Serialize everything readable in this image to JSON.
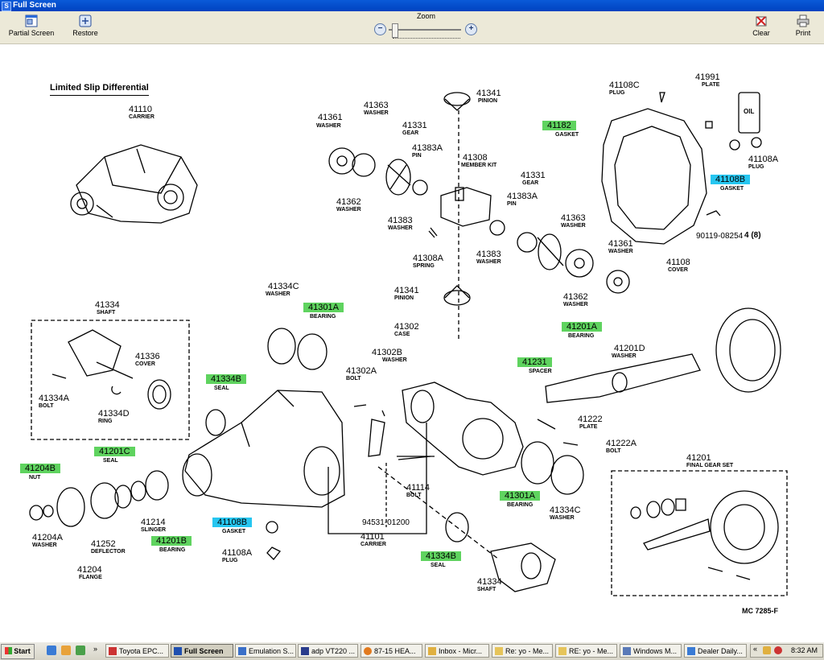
{
  "window": {
    "title": "Full Screen"
  },
  "toolbar": {
    "partial_screen": "Partial Screen",
    "restore": "Restore",
    "zoom": "Zoom",
    "clear": "Clear",
    "print": "Print"
  },
  "diagram": {
    "heading": "Limited Slip Differential",
    "footer_code": "MC 7285-F",
    "labels": {
      "l41110": "41110",
      "l41110s": "CARRIER",
      "l41361a": "41361",
      "l41361as": "WASHER",
      "l41363a": "41363",
      "l41363as": "WASHER",
      "l41331a": "41331",
      "l41331as": "GEAR",
      "l41383a": "41383A",
      "l41383as": "PIN",
      "l41341a": "41341",
      "l41341as": "PINION",
      "l41308": "41308",
      "l41308s": "MEMBER KIT",
      "l41362a": "41362",
      "l41362as": "WASHER",
      "l41383b": "41383",
      "l41383bs": "WASHER",
      "l41308a": "41308A",
      "l41308as": "SPRING",
      "l41383c": "41383",
      "l41383cs": "WASHER",
      "l41331b": "41331",
      "l41331bs": "GEAR",
      "l41383d": "41383A",
      "l41383ds": "PIN",
      "l41363b": "41363",
      "l41363bs": "WASHER",
      "l41361b": "41361",
      "l41361bs": "WASHER",
      "l41362b": "41362",
      "l41362bs": "WASHER",
      "l41341b": "41341",
      "l41341bs": "PINION",
      "l41108c": "41108C",
      "l41108cs": "PLUG",
      "l41991": "41991",
      "l41991s": "PLATE",
      "l41182": "41182",
      "l41182s": "GASKET",
      "l41108a_r": "41108A",
      "l41108a_rs": "PLUG",
      "l41108b_r": "41108B",
      "l41108b_rs": "GASKET",
      "l90119": "90119-08254",
      "l90119x": "4 (8)",
      "l41108": "41108",
      "l41108s": "COVER",
      "l41334": "41334",
      "l41334s": "SHAFT",
      "l41336": "41336",
      "l41336s": "COVER",
      "l41334a": "41334A",
      "l41334as": "BOLT",
      "l41334d": "41334D",
      "l41334ds": "RING",
      "l41334c_a": "41334C",
      "l41334c_as": "WASHER",
      "l41301a_a": "41301A",
      "l41301a_as": "BEARING",
      "l41302": "41302",
      "l41302s": "CASE",
      "l41302b": "41302B",
      "l41302bs": "WASHER",
      "l41302a": "41302A",
      "l41302as": "BOLT",
      "l41201a_r": "41201A",
      "l41201a_rs": "BEARING",
      "l41201d": "41201D",
      "l41201ds": "WASHER",
      "l41231": "41231",
      "l41231s": "SPACER",
      "l41222": "41222",
      "l41222s": "PLATE",
      "l41222a": "41222A",
      "l41222as": "BOLT",
      "l41334b_a": "41334B",
      "l41334b_as": "SEAL",
      "l41201c": "41201C",
      "l41201cs": "SEAL",
      "l41204b": "41204B",
      "l41204bs": "NUT",
      "l41214": "41214",
      "l41214s": "SLINGER",
      "l41201b": "41201B",
      "l41201bs": "BEARING",
      "l41204a": "41204A",
      "l41204as": "WASHER",
      "l41252": "41252",
      "l41252s": "DEFLECTOR",
      "l41204": "41204",
      "l41204s": "FLANGE",
      "l41108b_l": "41108B",
      "l41108b_ls": "GASKET",
      "l41108a_l": "41108A",
      "l41108a_ls": "PLUG",
      "l41114": "41114",
      "l41114s": "BOLT",
      "l94531": "94531-01200",
      "l41101": "41101",
      "l41101s": "CARRIER",
      "l41301a_b": "41301A",
      "l41301a_bs": "BEARING",
      "l41334c_b": "41334C",
      "l41334c_bs": "WASHER",
      "l41334b_b": "41334B",
      "l41334b_bs": "SEAL",
      "l41334_b": "41334",
      "l41334_bs": "SHAFT",
      "l41201": "41201",
      "l41201s": "FINAL GEAR SET",
      "plate_text": "OIL"
    }
  },
  "taskbar": {
    "start": "Start",
    "tasks": [
      "Toyota EPC...",
      "Full Screen",
      "Emulation S...",
      "adp VT220 ...",
      "87-15 HEA...",
      "Inbox - Micr...",
      "Re: yo - Me...",
      "RE: yo - Me...",
      "Windows M...",
      "Dealer Daily..."
    ],
    "chevron": "«",
    "quicklaunch_chevron": "»",
    "clock": "8:32 AM"
  },
  "colors": {
    "highlight_green": "#5fd35f",
    "highlight_blue": "#26c6f0",
    "titlebar": "#0a5ad8"
  },
  "icons": [
    "windows-logo-icon",
    "partial-screen-icon",
    "restore-icon",
    "zoom-out-icon",
    "zoom-in-icon",
    "clear-icon",
    "print-icon"
  ]
}
